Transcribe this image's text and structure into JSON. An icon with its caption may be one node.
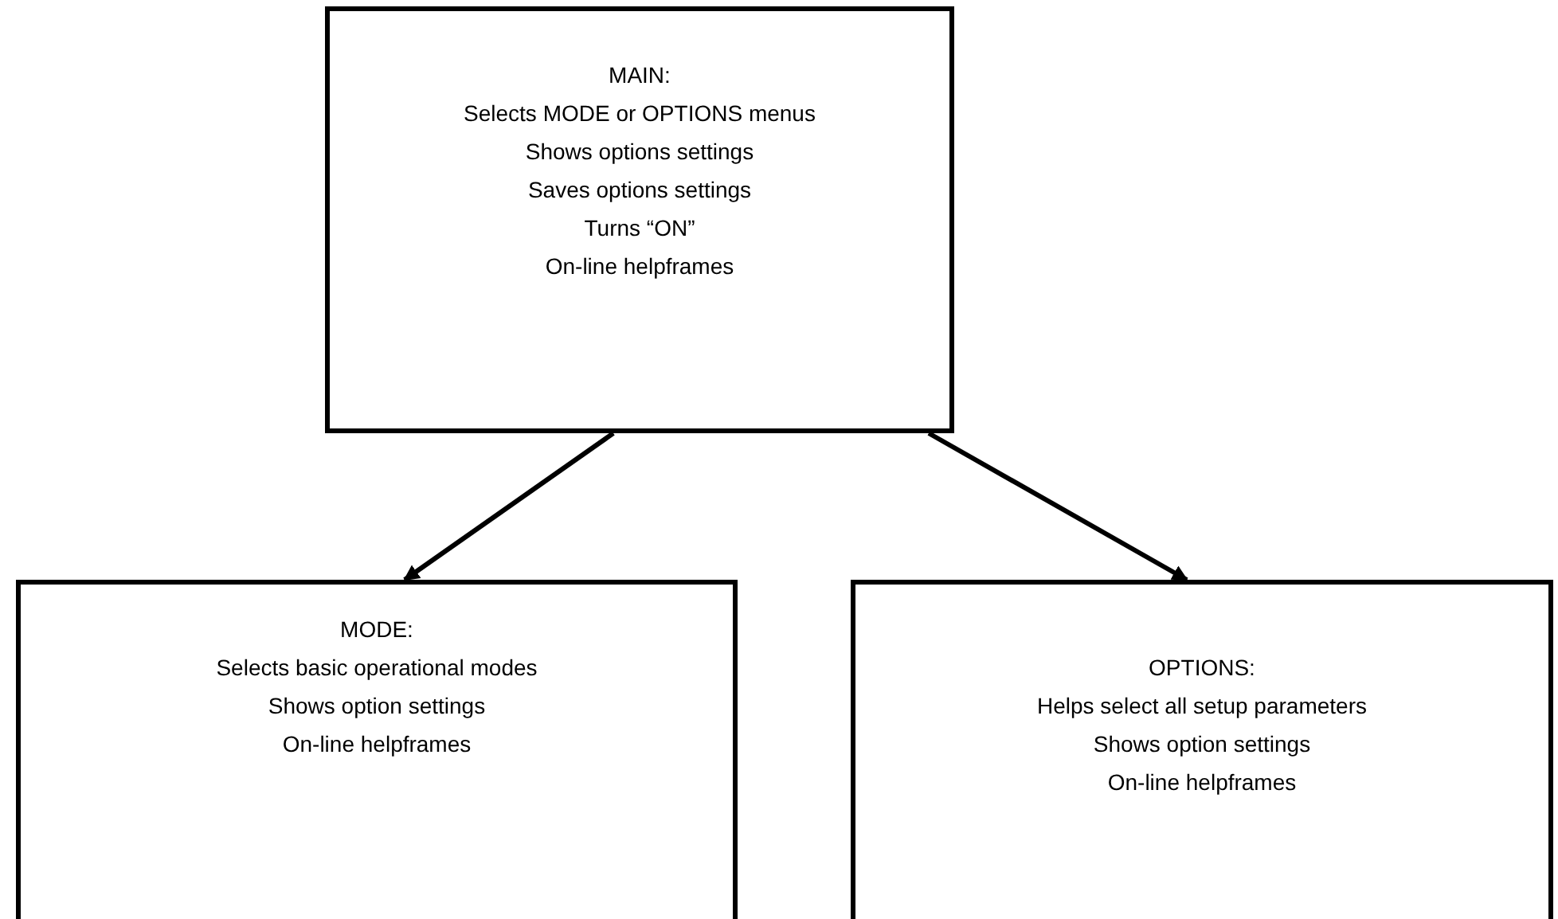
{
  "diagram": {
    "nodes": [
      {
        "text": [
          "MAIN:",
          "Selects MODE or OPTIONS menus",
          "Shows options settings",
          "Saves options settings",
          "Turns “ON”",
          "On-line helpframes"
        ]
      },
      {
        "text": [
          "MODE:",
          "Selects basic operational modes",
          "Shows option settings",
          "On-line helpframes"
        ]
      },
      {
        "text": [
          "OPTIONS:",
          "Helps select all setup parameters",
          "Shows option settings",
          "On-line helpframes"
        ]
      }
    ],
    "edges": [
      {
        "from": 0,
        "to": 1,
        "arrow": "to"
      },
      {
        "from": 0,
        "to": 2,
        "arrow": "to"
      }
    ]
  }
}
